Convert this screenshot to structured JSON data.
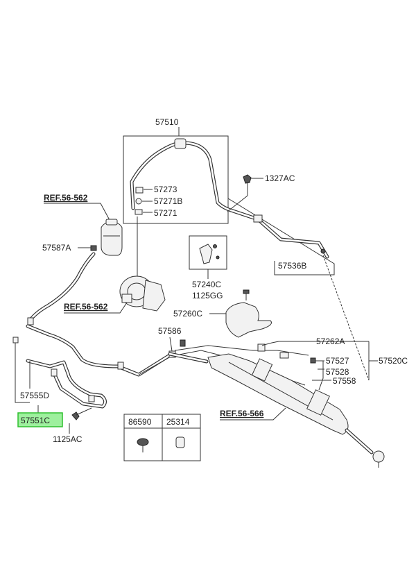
{
  "labels": {
    "hose_assembly": "57510",
    "bolt_1327ac": "1327AC",
    "p57273": "57273",
    "p57271b": "57271B",
    "p57271": "57271",
    "ref_reservoir": "REF.56-562",
    "p57587a": "57587A",
    "tube_57536b": "57536B",
    "bracket_57240c": "57240C",
    "bolt_1125gg": "1125GG",
    "ref_pump": "REF.56-562",
    "shield_57260c": "57260C",
    "p57586": "57586",
    "line_57262a": "57262A",
    "p57527": "57527",
    "p57528": "57528",
    "p57558": "57558",
    "assy_57520c": "57520C",
    "p57555d": "57555D",
    "p57551c": "57551C",
    "bolt_1125ac": "1125AC",
    "ref_gear": "REF.56-566",
    "table_h1": "86590",
    "table_h2": "25314"
  },
  "colors": {
    "highlight_fill": "#9ef09e",
    "highlight_border": "#2fbf2f",
    "line": "#333333"
  }
}
